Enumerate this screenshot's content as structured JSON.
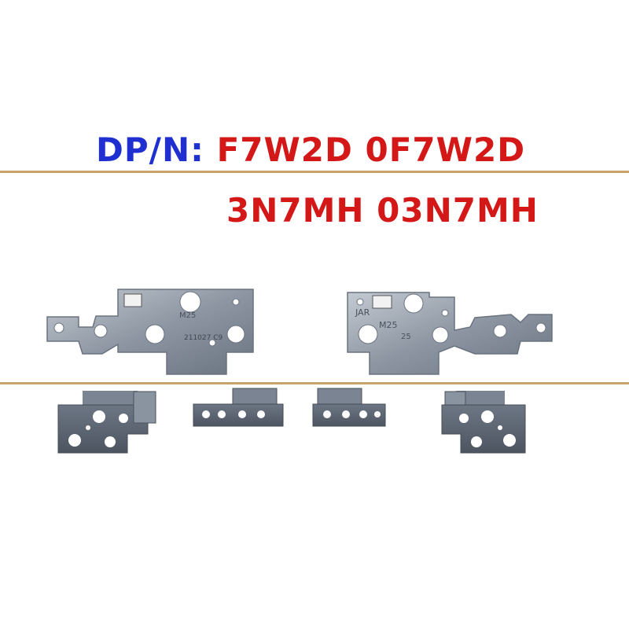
{
  "header": {
    "label": "DP/N:",
    "line1": "F7W2D 0F7W2D",
    "line2": "3N7MH 03N7MH"
  },
  "stamps": {
    "left_hinge": [
      "M25",
      "211027 C9"
    ],
    "right_hinge": [
      "JAR",
      "M25",
      "25"
    ]
  },
  "colors": {
    "label": "#1f2fd0",
    "code": "#d41818",
    "stripe": "#c8a36a",
    "metal_dark": "#5c6572",
    "metal_light": "#9aa3ae"
  }
}
